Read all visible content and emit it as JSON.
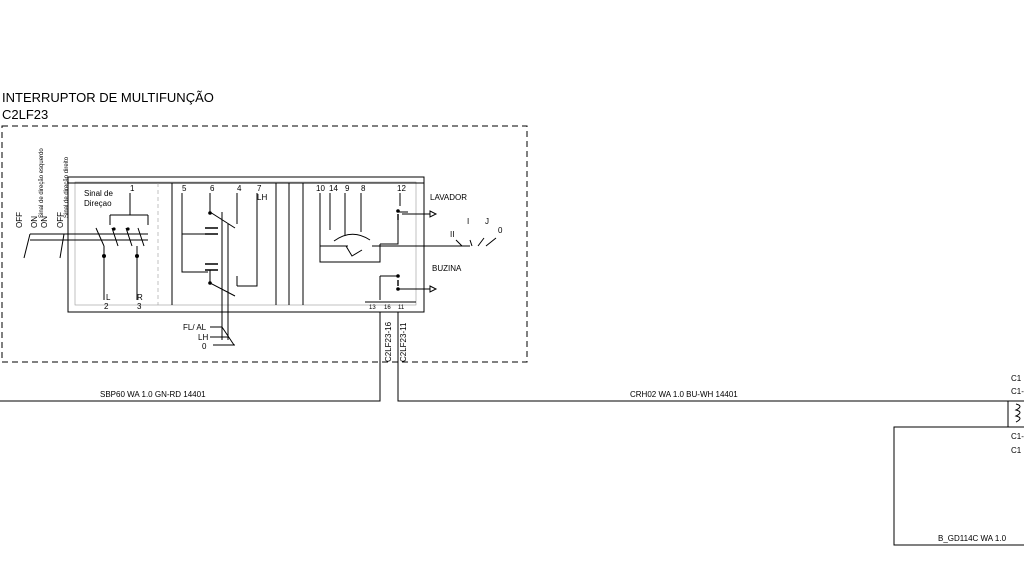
{
  "component": {
    "title": "INTERRUPTOR DE MULTIFUNÇÃO",
    "connector": "C2LF23"
  },
  "switch_labels": {
    "turn_signal": [
      "Sinal de",
      "Direçao"
    ],
    "left_text": "Sinal de direção esquerdo",
    "right_text": "Sinal de direção direito",
    "off_1": "OFF",
    "on_1": "ON",
    "on_2": "ON",
    "off_2": "OFF",
    "l": "L",
    "r": "R",
    "fl_al": "FL/ AL",
    "lh_pos": "LH",
    "zero_pos": "0",
    "lh_pin": "LH",
    "washer": "LAVADOR",
    "horn": "BUZINA",
    "pos_ii": "II",
    "pos_i": "I",
    "pos_j": "J",
    "pos_0": "0"
  },
  "pins": {
    "p1": "1",
    "p2": "2",
    "p3": "3",
    "p4": "4",
    "p5": "5",
    "p6": "6",
    "p7": "7",
    "p8": "8",
    "p9": "9",
    "p10": "10",
    "p11": "11",
    "p12": "12",
    "p13": "13",
    "p14": "14",
    "p16": "16"
  },
  "connectors": {
    "c16": "C2LF23-16",
    "c11": "C2LF23-11"
  },
  "wires": {
    "w1": "SBP60   WA   1.0   GN-RD   14401",
    "w2": "CRH02   WA   1.0   BU-WH   14401",
    "w3": "B_GD114C   WA   1.0"
  },
  "edge_labels": [
    "C1",
    "C1-",
    "C1-",
    "C1"
  ]
}
